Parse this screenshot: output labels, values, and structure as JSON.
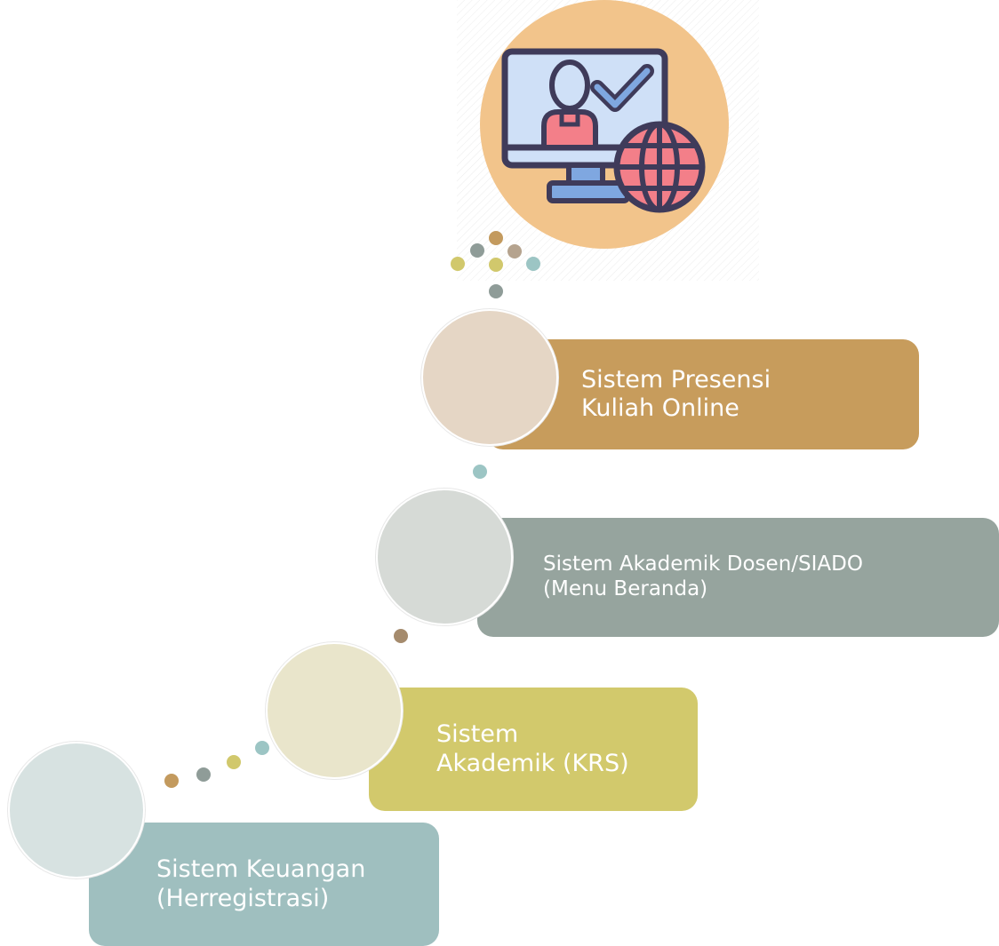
{
  "steps": [
    {
      "id": "presensi",
      "line1": "Sistem Presensi",
      "line2": "Kuliah Online",
      "box_color": "#c79c5c",
      "circle_color": "#e5d6c5"
    },
    {
      "id": "siado",
      "line1": "Sistem Akademik Dosen/SIADO",
      "line2": "(Menu Beranda)",
      "box_color": "#96a49e",
      "circle_color": "#d6dad6"
    },
    {
      "id": "krs",
      "line1": "Sistem",
      "line2": "Akademik (KRS)",
      "box_color": "#d2c96c",
      "circle_color": "#e9e5cb"
    },
    {
      "id": "keuangan",
      "line1": "Sistem Keuangan",
      "line2": "(Herregistrasi)",
      "box_color": "#9fbfbf",
      "circle_color": "#d7e2e1"
    }
  ],
  "palette": {
    "tan": "#c39a5e",
    "grey": "#8f9c98",
    "olive": "#d1c86c",
    "teal": "#9cc5c4",
    "taupe": "#b5a38e",
    "brown": "#a58b6d",
    "icon_bg": "#f2c48b",
    "icon_outline": "#3f3b5a",
    "icon_screen": "#cfe0f7",
    "icon_person": "#f37f89",
    "icon_base": "#7fa7e0"
  },
  "icons": [
    "online-attendance-monitor-icon",
    "globe-icon",
    "checkmark-icon",
    "person-icon"
  ]
}
